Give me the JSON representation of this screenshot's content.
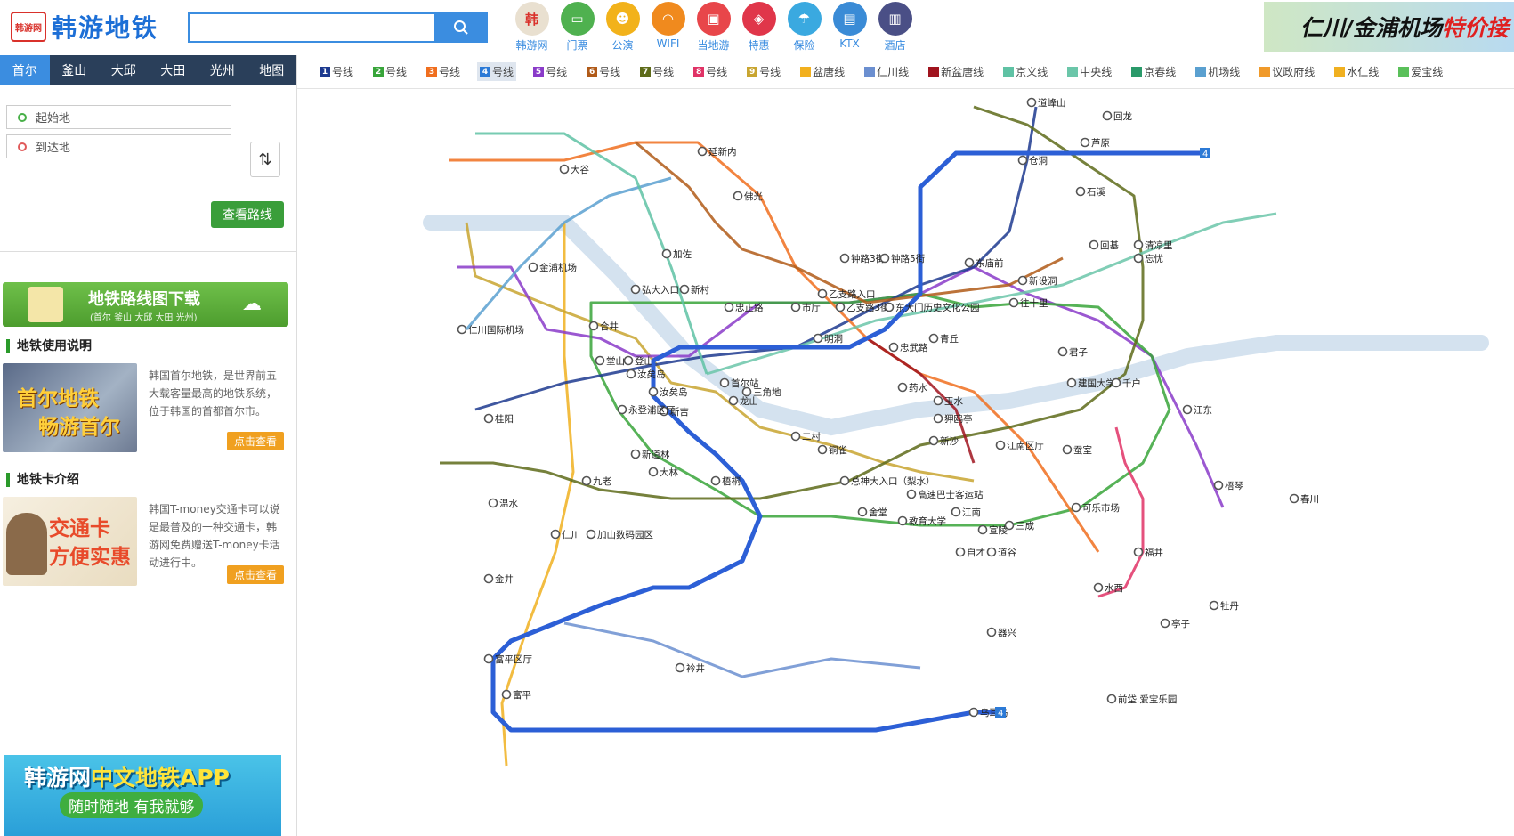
{
  "header": {
    "logo_badge": "韩游网",
    "logo_title": "韩游地铁",
    "search_placeholder": "",
    "search_icon": "search-icon",
    "nav": [
      {
        "label": "韩游网",
        "icon": "hanyou-icon",
        "color": "#e9e0d0",
        "glyph": "韩"
      },
      {
        "label": "门票",
        "icon": "ticket-icon",
        "color": "#4fb14f",
        "glyph": "▭"
      },
      {
        "label": "公演",
        "icon": "mask-icon",
        "color": "#f2b21a",
        "glyph": "☻"
      },
      {
        "label": "WIFI",
        "icon": "wifi-icon",
        "color": "#f08a1e",
        "glyph": "◠"
      },
      {
        "label": "当地游",
        "icon": "car-icon",
        "color": "#e8464a",
        "glyph": "▣"
      },
      {
        "label": "特惠",
        "icon": "tag-icon",
        "color": "#e0364a",
        "glyph": "◈"
      },
      {
        "label": "保险",
        "icon": "umbrella-icon",
        "color": "#3aa9e0",
        "glyph": "☂"
      },
      {
        "label": "KTX",
        "icon": "train-icon",
        "color": "#3a8bd6",
        "glyph": "▤"
      },
      {
        "label": "酒店",
        "icon": "hotel-icon",
        "color": "#4a4f86",
        "glyph": "▥"
      }
    ],
    "banner_text_a": "仁川/金浦机场",
    "banner_text_b": "特价接"
  },
  "sidebar": {
    "city_tabs": [
      "首尔",
      "釜山",
      "大邱",
      "大田",
      "光州",
      "地图"
    ],
    "active_city": 0,
    "route": {
      "from_placeholder": "起始地",
      "to_placeholder": "到达地",
      "swap": "⇅",
      "go_label": "查看路线"
    },
    "download": {
      "title": "地铁路线图下载",
      "sub": "(首尔 釜山 大邱 大田 光州)"
    },
    "usage": {
      "heading": "地铁使用说明",
      "img_line1": "首尔地铁",
      "img_line2": "畅游首尔",
      "text": "韩国首尔地铁，是世界前五大载客量最高的地铁系统，位于韩国的首都首尔市。",
      "button": "点击查看"
    },
    "card": {
      "heading": "地铁卡介绍",
      "img_line1": "交通卡",
      "img_line2": "方便实惠",
      "text": "韩国T-money交通卡可以说是最普及的一种交通卡，韩游网免费赠送T-money卡活动进行中。",
      "button": "点击查看"
    },
    "app": {
      "title_a": "韩游网",
      "title_b": "中文地铁APP",
      "sub": "随时随地 有我就够"
    }
  },
  "lines": [
    {
      "num": "1",
      "label": "号线",
      "color": "#1d3a8f"
    },
    {
      "num": "2",
      "label": "号线",
      "color": "#38a53a"
    },
    {
      "num": "3",
      "label": "号线",
      "color": "#f06e1e"
    },
    {
      "num": "4",
      "label": "号线",
      "color": "#2c7ad6",
      "active": true
    },
    {
      "num": "5",
      "label": "号线",
      "color": "#8a3bc9"
    },
    {
      "num": "6",
      "label": "号线",
      "color": "#b05a18"
    },
    {
      "num": "7",
      "label": "号线",
      "color": "#5e6b1a"
    },
    {
      "num": "8",
      "label": "号线",
      "color": "#e03366"
    },
    {
      "num": "9",
      "label": "号线",
      "color": "#c8a530"
    },
    {
      "num": "",
      "label": "盆唐线",
      "color": "#f2b01e"
    },
    {
      "num": "",
      "label": "仁川线",
      "color": "#6b8fd0"
    },
    {
      "num": "",
      "label": "新盆唐线",
      "color": "#a0141e"
    },
    {
      "num": "",
      "label": "京义线",
      "color": "#5fc2a4"
    },
    {
      "num": "",
      "label": "中央线",
      "color": "#6bc6a9"
    },
    {
      "num": "",
      "label": "京春线",
      "color": "#2a9a6a"
    },
    {
      "num": "",
      "label": "机场线",
      "color": "#5aa0d0"
    },
    {
      "num": "",
      "label": "议政府线",
      "color": "#f09a2a"
    },
    {
      "num": "",
      "label": "水仁线",
      "color": "#f0b020"
    },
    {
      "num": "",
      "label": "爱宝线",
      "color": "#5ac05a"
    }
  ],
  "map": {
    "stations": [
      {
        "name": "延新内"
      },
      {
        "name": "大谷"
      },
      {
        "name": "佛光"
      },
      {
        "name": "加佐"
      },
      {
        "name": "金浦机场"
      },
      {
        "name": "仁川国际机场"
      },
      {
        "name": "弘大入口"
      },
      {
        "name": "新村"
      },
      {
        "name": "合井"
      },
      {
        "name": "忠正路"
      },
      {
        "name": "市厅"
      },
      {
        "name": "乙支路3街"
      },
      {
        "name": "乙支路入口"
      },
      {
        "name": "钟路3街"
      },
      {
        "name": "钟路5街"
      },
      {
        "name": "东大门历史文化公园"
      },
      {
        "name": "东庙前"
      },
      {
        "name": "新设洞"
      },
      {
        "name": "往十里"
      },
      {
        "name": "清凉里"
      },
      {
        "name": "回基"
      },
      {
        "name": "石溪"
      },
      {
        "name": "芦原"
      },
      {
        "name": "仓洞"
      },
      {
        "name": "道峰山"
      },
      {
        "name": "回龙"
      },
      {
        "name": "忘忧"
      },
      {
        "name": "君子"
      },
      {
        "name": "建国大学"
      },
      {
        "name": "千户"
      },
      {
        "name": "江东"
      },
      {
        "name": "明洞"
      },
      {
        "name": "忠武路"
      },
      {
        "name": "首尔站"
      },
      {
        "name": "三角地"
      },
      {
        "name": "二村"
      },
      {
        "name": "铜雀"
      },
      {
        "name": "总神大入口（梨水）"
      },
      {
        "name": "舍堂"
      },
      {
        "name": "教育大学"
      },
      {
        "name": "高速巴士客运站"
      },
      {
        "name": "江南"
      },
      {
        "name": "宣陵"
      },
      {
        "name": "三成"
      },
      {
        "name": "蚕室"
      },
      {
        "name": "可乐市场"
      },
      {
        "name": "梧琴"
      },
      {
        "name": "龙山"
      },
      {
        "name": "汝矣岛"
      },
      {
        "name": "新吉"
      },
      {
        "name": "永登浦区厅"
      },
      {
        "name": "新道林"
      },
      {
        "name": "大林"
      },
      {
        "name": "九老"
      },
      {
        "name": "加山数码园区"
      },
      {
        "name": "金井"
      },
      {
        "name": "衿井"
      },
      {
        "name": "乌耳岛"
      },
      {
        "name": "富平区厅"
      },
      {
        "name": "富平"
      },
      {
        "name": "桂阳"
      },
      {
        "name": "温水"
      },
      {
        "name": "登山"
      },
      {
        "name": "堂山"
      },
      {
        "name": "汝矣岛"
      },
      {
        "name": "玉水"
      },
      {
        "name": "药水"
      },
      {
        "name": "青丘"
      },
      {
        "name": "新沙"
      },
      {
        "name": "狎鸥亭"
      },
      {
        "name": "江南区厅"
      },
      {
        "name": "道谷"
      },
      {
        "name": "自才"
      },
      {
        "name": "水西"
      },
      {
        "name": "福井"
      },
      {
        "name": "牡丹"
      },
      {
        "name": "亭子"
      },
      {
        "name": "器兴"
      },
      {
        "name": "春川"
      },
      {
        "name": "前垈.爱宝乐园"
      },
      {
        "name": "仁川"
      },
      {
        "name": "梧桐"
      }
    ]
  }
}
